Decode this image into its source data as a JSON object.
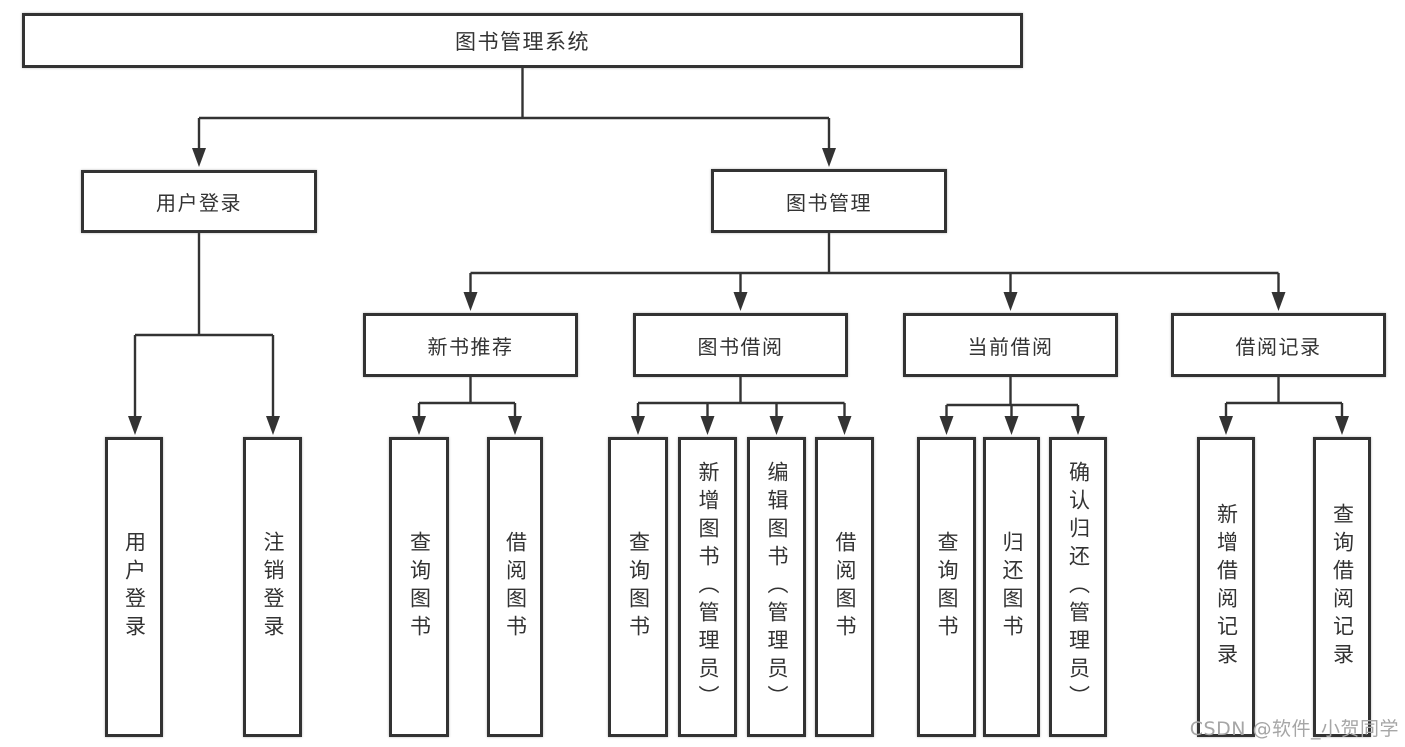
{
  "diagram": {
    "root": {
      "label": "图书管理系统"
    },
    "user_login": {
      "label": "用户登录",
      "children": [
        {
          "label": "用户登录"
        },
        {
          "label": "注销登录"
        }
      ]
    },
    "book_mgmt": {
      "label": "图书管理"
    },
    "new_books": {
      "label": "新书推荐",
      "children": [
        {
          "label": "查询图书"
        },
        {
          "label": "借阅图书"
        }
      ]
    },
    "book_borrow": {
      "label": "图书借阅",
      "children": [
        {
          "label": "查询图书"
        },
        {
          "label": "新增图书（管理员）"
        },
        {
          "label": "编辑图书（管理员）"
        },
        {
          "label": "借阅图书"
        }
      ]
    },
    "current_borrow": {
      "label": "当前借阅",
      "children": [
        {
          "label": "查询图书"
        },
        {
          "label": "归还图书"
        },
        {
          "label": "确认归还（管理员）"
        }
      ]
    },
    "borrow_records": {
      "label": "借阅记录",
      "children": [
        {
          "label": "新增借阅记录"
        },
        {
          "label": "查询借阅记录"
        }
      ]
    }
  },
  "watermark": {
    "text": "CSDN @软件_小贺同学"
  },
  "colors": {
    "line": "#333333",
    "border": "#333333",
    "text": "#333333",
    "background": "#ffffff",
    "watermark": "#a6a6a6"
  }
}
